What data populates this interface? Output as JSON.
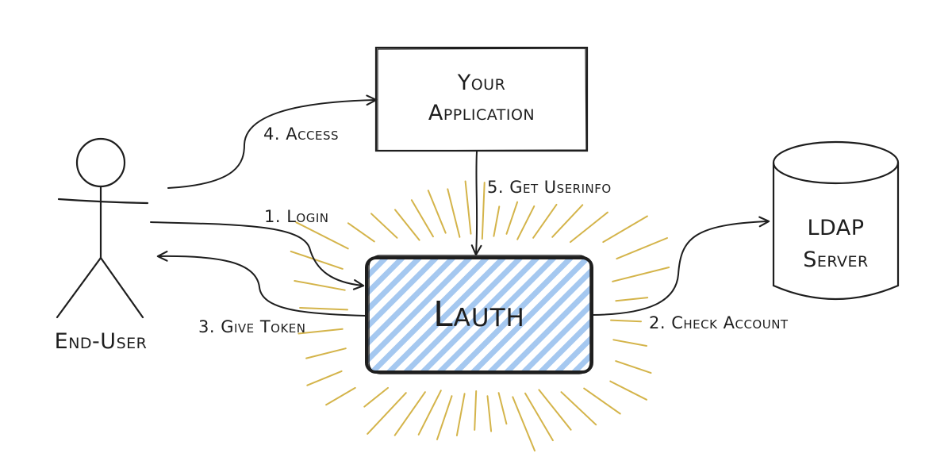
{
  "nodes": {
    "app": {
      "line1": "Your",
      "line2": "Application"
    },
    "lauth": {
      "label": "Lauth"
    },
    "ldap": {
      "line1": "LDAP",
      "line2": "Server"
    },
    "user": {
      "label": "End-User"
    }
  },
  "edges": {
    "access": "4. Access",
    "login": "1. Login",
    "give_token": "3. Give Token",
    "get_userinfo": "5. Get Userinfo",
    "check_account": "2. Check Account"
  },
  "colors": {
    "stroke": "#1e1e1e",
    "hatch": "#a5c8f0",
    "rays": "#d4b44a",
    "background": "#ffffff"
  }
}
